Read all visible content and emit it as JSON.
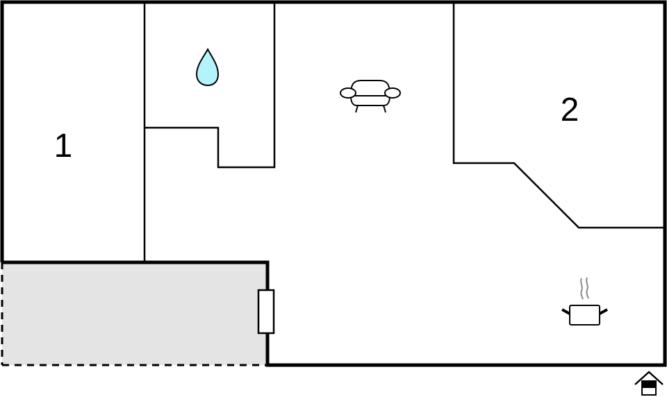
{
  "floorplan": {
    "type": "floor-plan",
    "rooms": [
      {
        "id": "bedroom-1",
        "label": "1"
      },
      {
        "id": "bedroom-2",
        "label": "2"
      },
      {
        "id": "bathroom",
        "icon": "water-drop-icon"
      },
      {
        "id": "living-room",
        "icon": "sofa-icon"
      },
      {
        "id": "kitchen",
        "icon": "cooking-pot-icon"
      },
      {
        "id": "terrace",
        "style": "shaded-dashed"
      }
    ],
    "entrance_icon": "house-entrance-icon",
    "colors": {
      "wall": "#000000",
      "terrace_fill": "#e4e4e4",
      "water_drop_fill": "#b3f3fb",
      "steam": "#8c8c8c"
    }
  }
}
